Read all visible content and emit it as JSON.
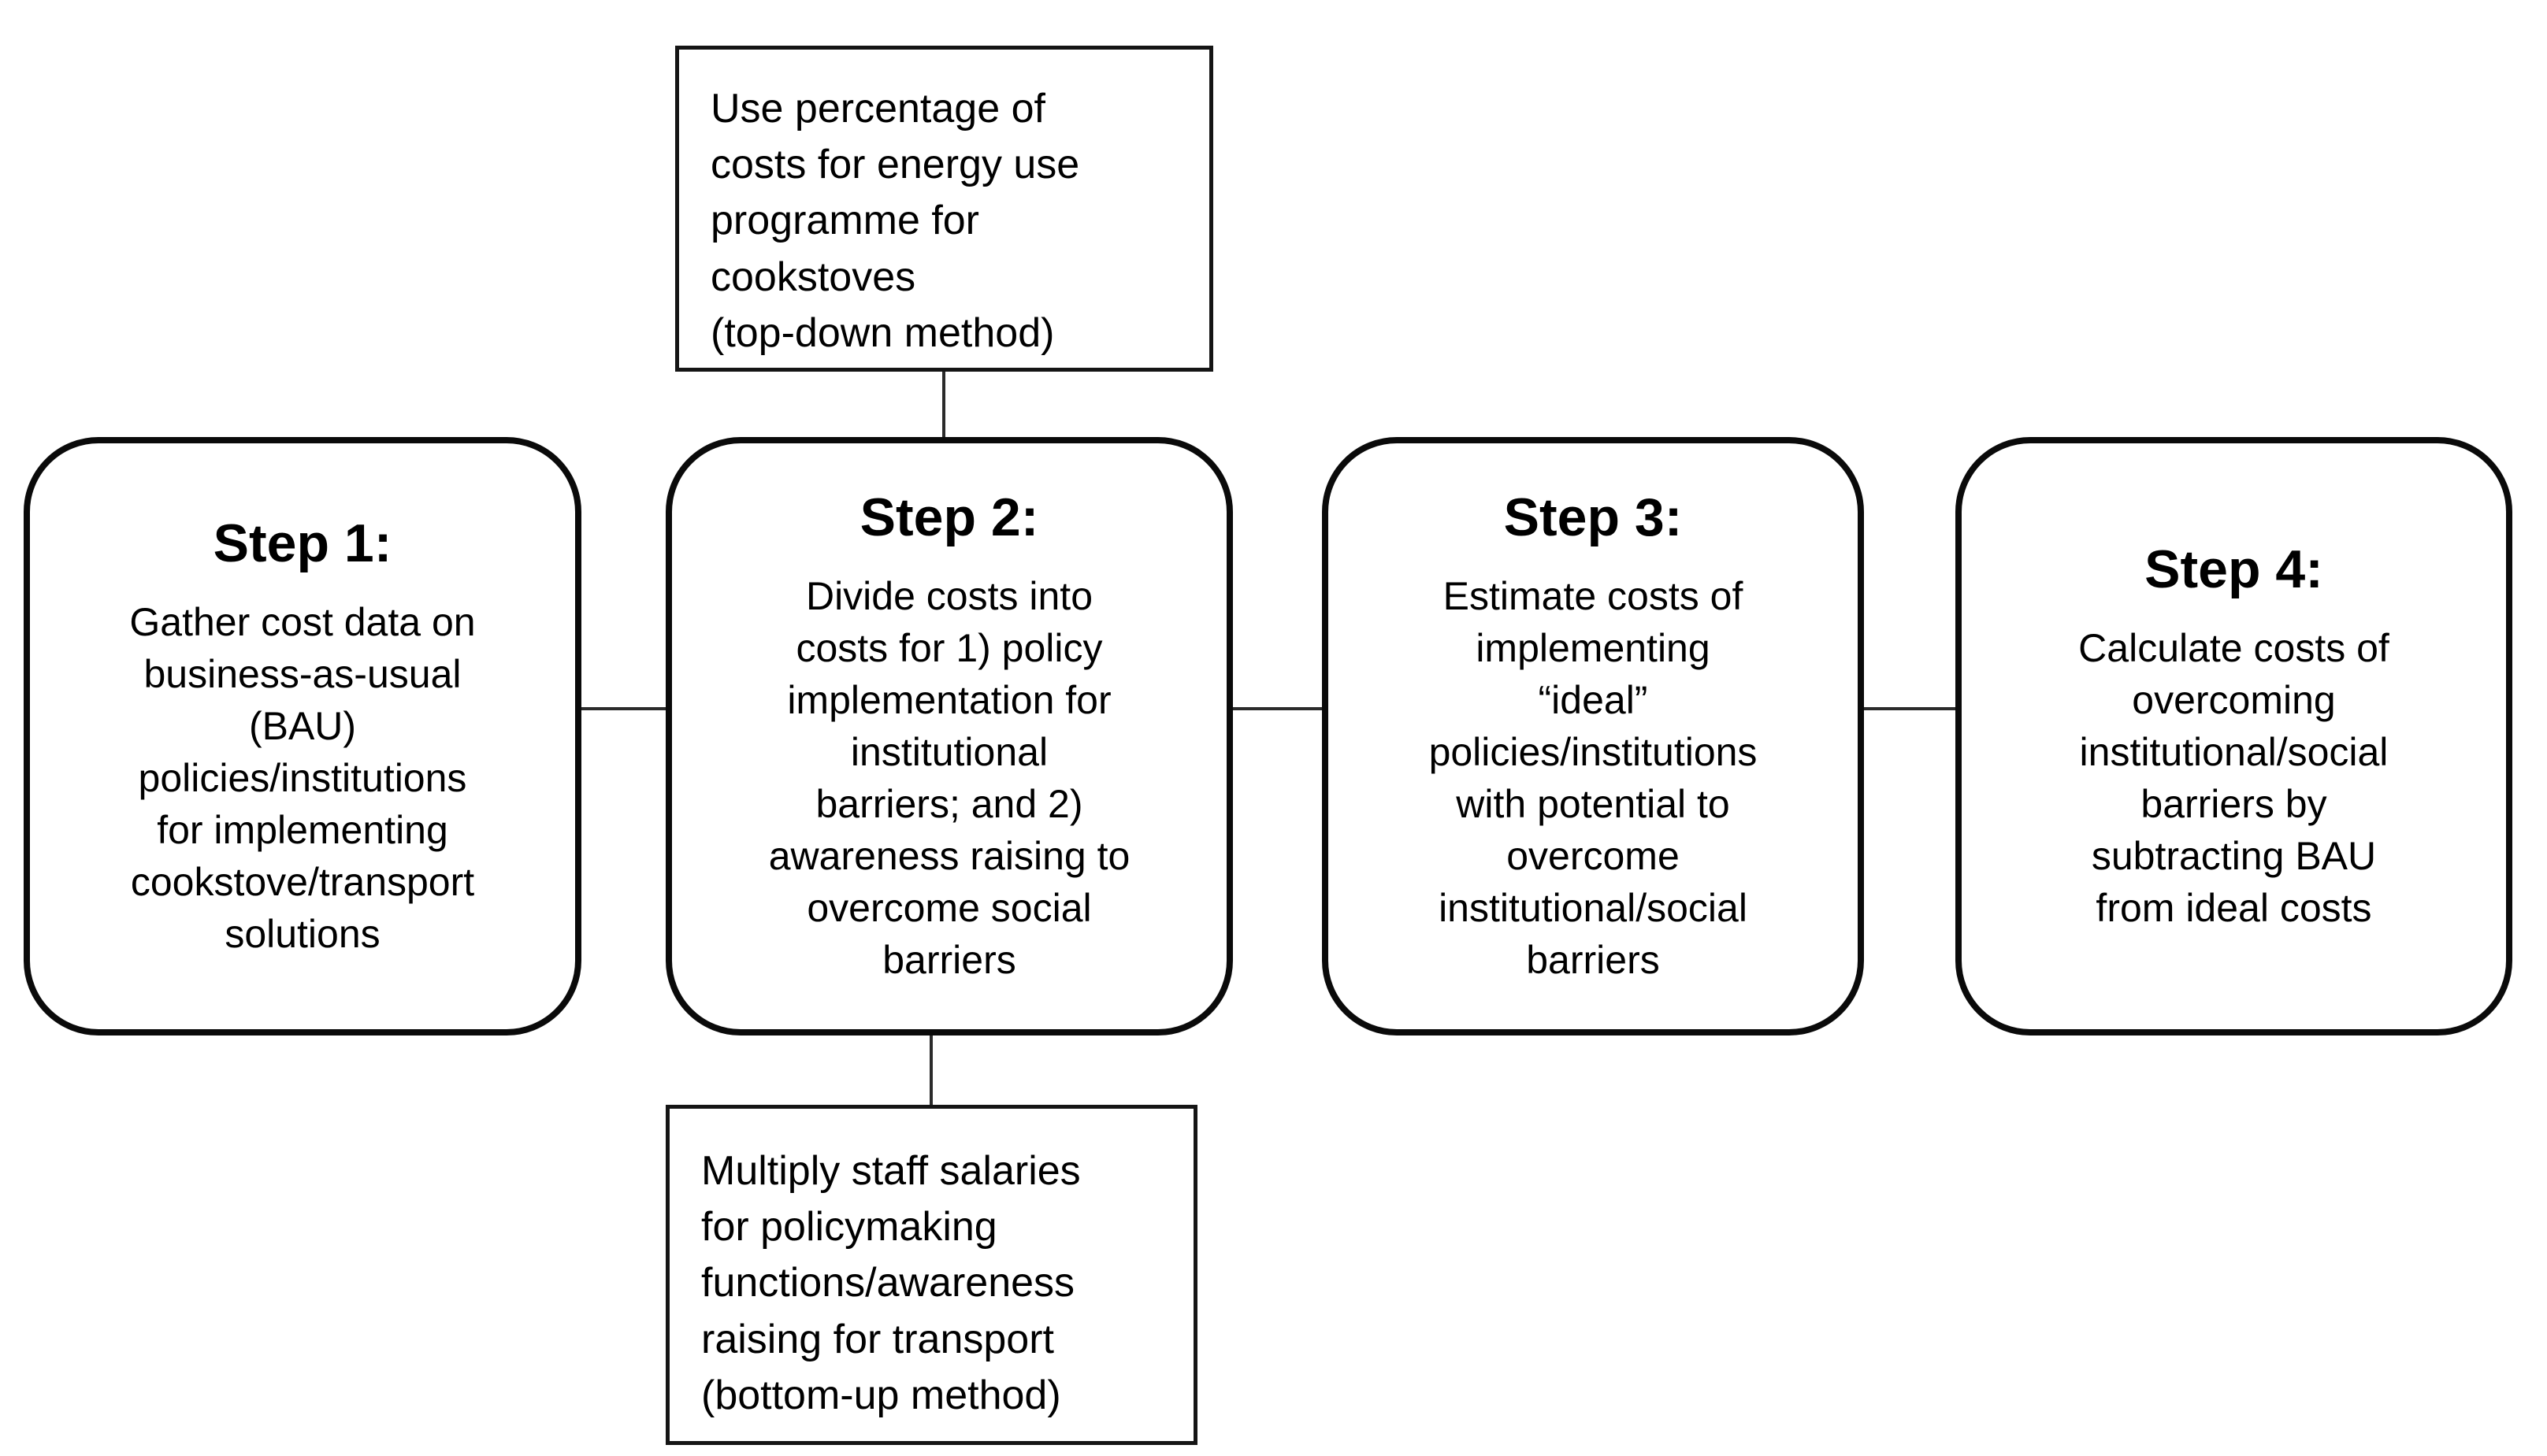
{
  "colors": {
    "background": "#ffffff",
    "border": "#000000",
    "text": "#000000"
  },
  "top_annotation": {
    "lines": [
      "Use percentage of",
      "costs for energy use",
      "programme for",
      "cookstoves",
      "(top-down method)"
    ]
  },
  "steps": [
    {
      "title": "Step 1:",
      "lines": [
        "Gather cost data on",
        "business-as-usual",
        "(BAU)",
        "policies/institutions",
        "for implementing",
        "cookstove/transport",
        "solutions"
      ]
    },
    {
      "title": "Step 2:",
      "lines": [
        "Divide costs into",
        "costs for 1) policy",
        "implementation for",
        "institutional",
        "barriers; and 2)",
        "awareness raising to",
        "overcome social",
        "barriers"
      ]
    },
    {
      "title": "Step 3:",
      "lines": [
        "Estimate costs of",
        "implementing",
        "“ideal”",
        "policies/institutions",
        "with potential to",
        "overcome",
        "institutional/social",
        "barriers"
      ]
    },
    {
      "title": "Step 4:",
      "lines": [
        "Calculate costs of",
        "overcoming",
        "institutional/social",
        "barriers by",
        "subtracting BAU",
        "from ideal costs"
      ]
    }
  ],
  "bottom_annotation": {
    "lines": [
      "Multiply staff salaries",
      "for policymaking",
      "functions/awareness",
      "raising for transport",
      "(bottom-up method)"
    ]
  }
}
